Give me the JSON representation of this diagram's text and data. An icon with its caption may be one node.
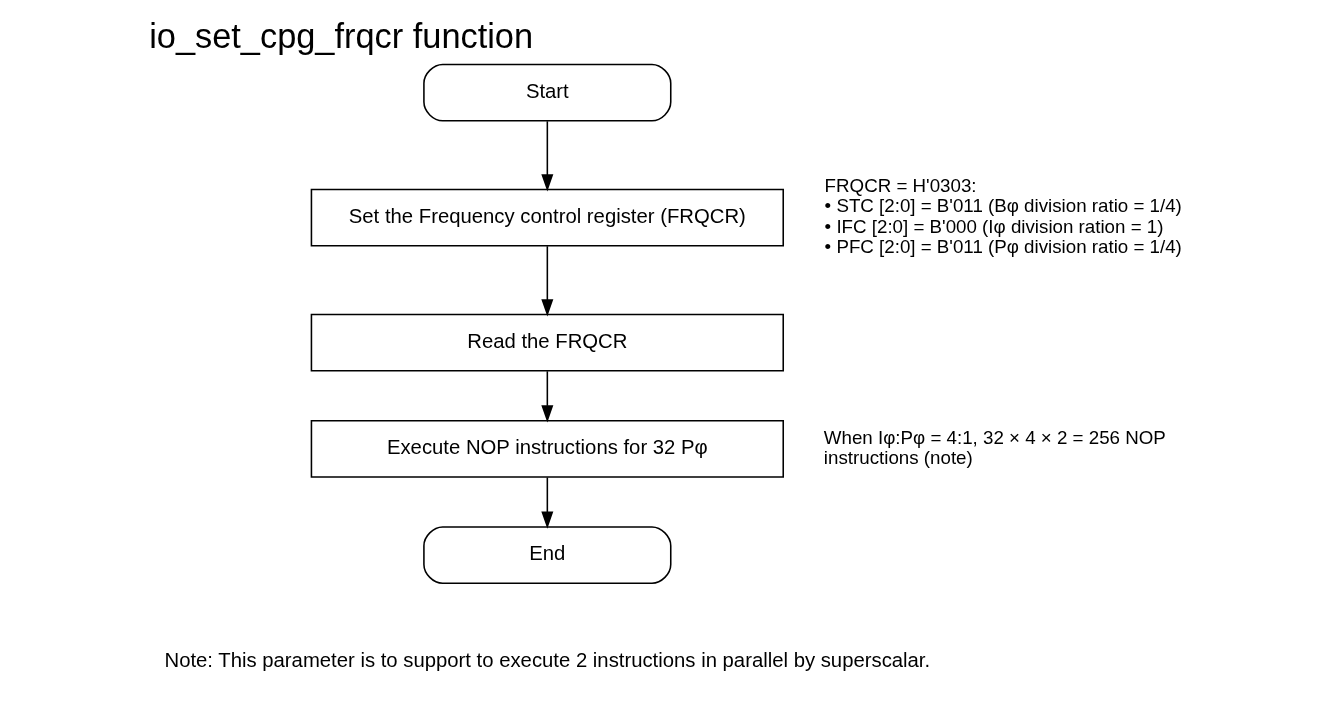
{
  "diagram": {
    "title": "io_set_cpg_frqcr function",
    "nodes": [
      {
        "text": [
          "Start"
        ]
      },
      {
        "text": [
          "Set the Frequency control register (FRQCR)"
        ],
        "beside": [
          "FRQCR = H'0303:",
          "• STC [2:0] = B'011 (Bφ division ratio = 1/4)",
          "• IFC [2:0] = B'000 (Iφ division ration = 1)",
          "• PFC [2:0] = B'011 (Pφ division ratio = 1/4)"
        ]
      },
      {
        "text": [
          "Read the FRQCR"
        ]
      },
      {
        "text": [
          "Execute NOP instructions for 32 Pφ"
        ],
        "beside": [
          "When Iφ:Pφ = 4:1, 32 × 4 × 2 = 256 NOP instructions (note)"
        ]
      },
      {
        "text": [
          "End"
        ]
      }
    ],
    "edges": [
      {
        "from": 0,
        "to": 1,
        "arrow": "to"
      },
      {
        "from": 1,
        "to": 2,
        "arrow": "to"
      },
      {
        "from": 2,
        "to": 3,
        "arrow": "to"
      },
      {
        "from": 3,
        "to": 4,
        "arrow": "to"
      }
    ],
    "labels": [
      "Note: This parameter is to support to execute 2 instructions in parallel by superscalar."
    ]
  }
}
